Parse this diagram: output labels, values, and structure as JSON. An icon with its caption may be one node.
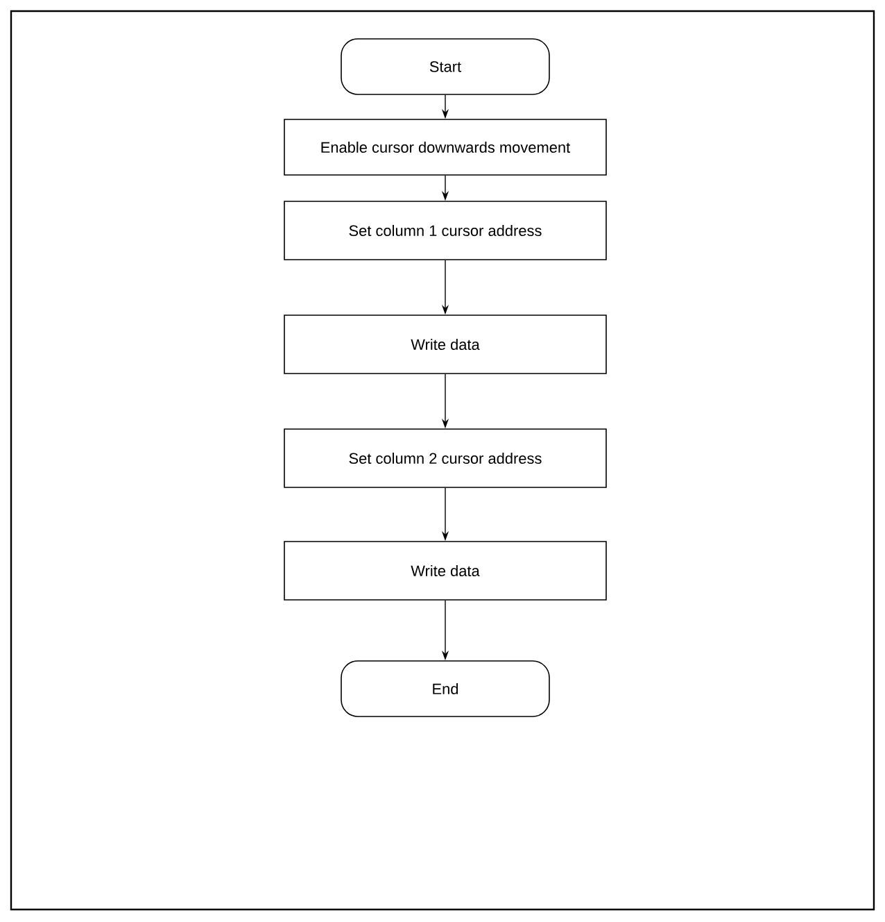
{
  "diagram": {
    "nodes": [
      {
        "text": [
          "Start"
        ]
      },
      {
        "text": [
          "Enable cursor downwards movement"
        ]
      },
      {
        "text": [
          "Set column 1 cursor address"
        ]
      },
      {
        "text": [
          "Write data"
        ]
      },
      {
        "text": [
          "Set column 2 cursor address"
        ]
      },
      {
        "text": [
          "Write data"
        ]
      },
      {
        "text": [
          "End"
        ]
      }
    ],
    "edges": [
      {
        "from": 0,
        "to": 1,
        "arrow": "to"
      },
      {
        "from": 1,
        "to": 2,
        "arrow": "to"
      },
      {
        "from": 2,
        "to": 3,
        "arrow": "to"
      },
      {
        "from": 3,
        "to": 4,
        "arrow": "to"
      },
      {
        "from": 4,
        "to": 5,
        "arrow": "to"
      },
      {
        "from": 5,
        "to": 6,
        "arrow": "to"
      }
    ]
  }
}
